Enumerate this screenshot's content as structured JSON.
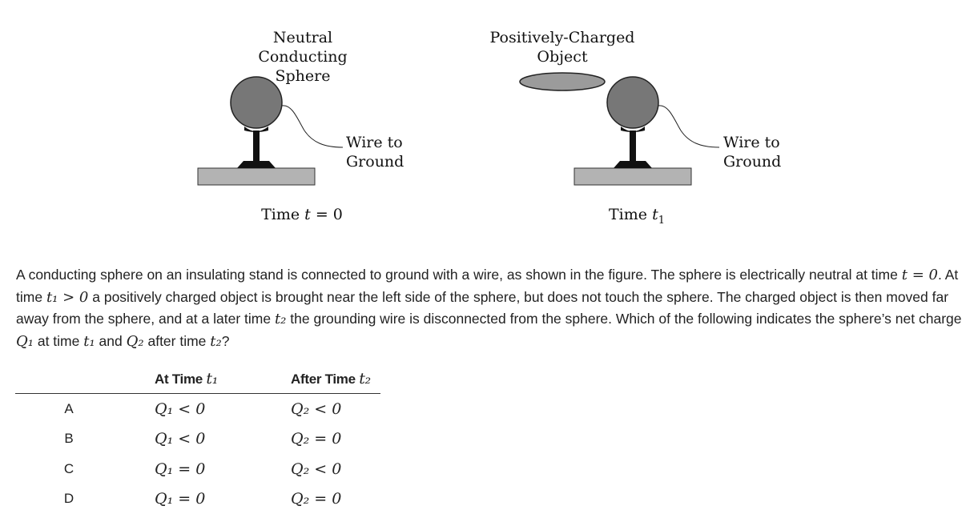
{
  "figure": {
    "left_panel": {
      "sphere_label_lines": [
        "Neutral",
        "Conducting",
        "Sphere"
      ],
      "wire_label_lines": [
        "Wire to",
        "Ground"
      ],
      "time_label": "Time",
      "time_var": "t",
      "time_rest": " = 0"
    },
    "right_panel": {
      "object_label_lines": [
        "Positively-Charged",
        "Object"
      ],
      "wire_label_lines": [
        "Wire to",
        "Ground"
      ],
      "time_label": "Time",
      "time_var": "t",
      "time_sub": "1"
    },
    "colors": {
      "sphere": "#777777",
      "object": "#9b9b9b",
      "base": "#b3b3b3",
      "stand": "#111111"
    }
  },
  "question": {
    "p1": "A conducting sphere on an insulating stand is connected to ground with a wire, as shown in the figure. The sphere is electrically neutral at time ",
    "p2": ". At time ",
    "p3": " a positively charged object is brought near the left side of the sphere, but does not touch the sphere. The charged object is then moved far away from the sphere, and at a later time ",
    "p4": " the grounding wire is disconnected from the sphere. Which of the following indicates the sphere’s net charge ",
    "p5": " at time ",
    "p6": " and ",
    "p7": " after time ",
    "p8": "?",
    "t_eq_0": "t = 0",
    "t1_gt_0": "t₁ > 0",
    "t1": "t₁",
    "t2": "t₂",
    "Q1": "Q₁",
    "Q2": "Q₂"
  },
  "table": {
    "headers": [
      "",
      "At Time",
      "After Time"
    ],
    "header_vars": [
      "t₁",
      "t₂"
    ],
    "rows": [
      {
        "option": "A",
        "q1": "Q₁ < 0",
        "q2": "Q₂ < 0"
      },
      {
        "option": "B",
        "q1": "Q₁ < 0",
        "q2": "Q₂ = 0"
      },
      {
        "option": "C",
        "q1": "Q₁ = 0",
        "q2": "Q₂ < 0"
      },
      {
        "option": "D",
        "q1": "Q₁ = 0",
        "q2": "Q₂ = 0"
      }
    ]
  }
}
